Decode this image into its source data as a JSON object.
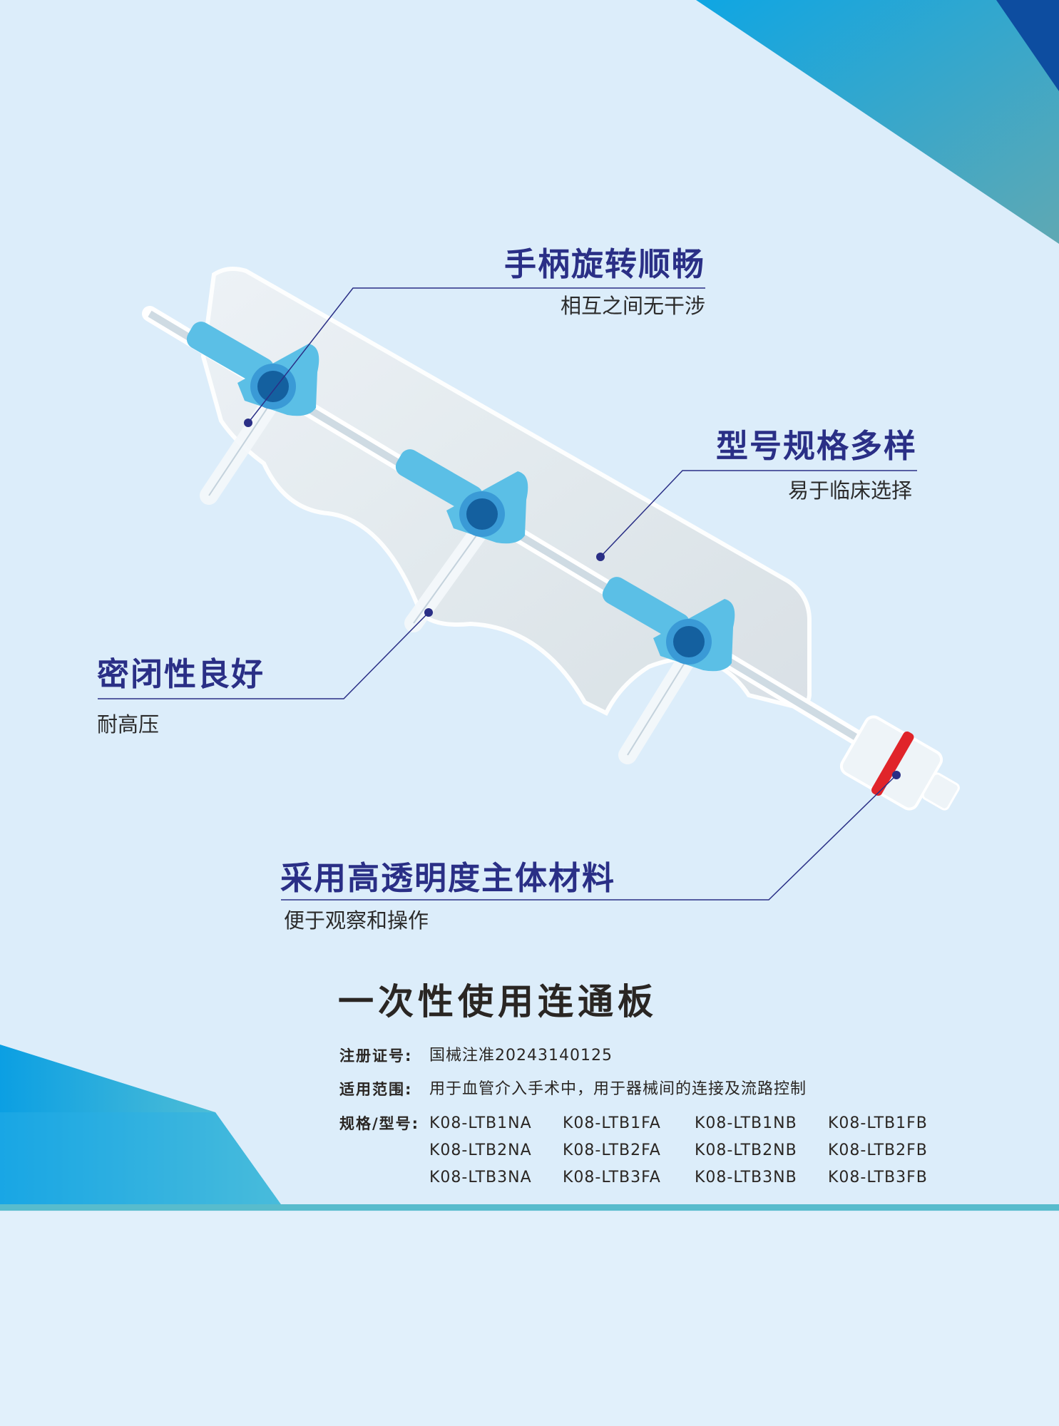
{
  "callouts": [
    {
      "title": "手柄旋转顺畅",
      "subtitle": "相互之间无干涉"
    },
    {
      "title": "型号规格多样",
      "subtitle": "易于临床选择"
    },
    {
      "title": "密闭性良好",
      "subtitle": "耐高压"
    },
    {
      "title": "采用高透明度主体材料",
      "subtitle": "便于观察和操作"
    }
  ],
  "product": {
    "title": "一次性使用连通板",
    "registration": {
      "label": "注册证号:",
      "value": "国械注准20243140125"
    },
    "scope": {
      "label": "适用范围:",
      "value": "用于血管介入手术中，用于器械间的连接及流路控制"
    },
    "models": {
      "label": "规格/型号:",
      "rows": [
        [
          "K08-LTB1NA",
          "K08-LTB1FA",
          "K08-LTB1NB",
          "K08-LTB1FB"
        ],
        [
          "K08-LTB2NA",
          "K08-LTB2FA",
          "K08-LTB2NB",
          "K08-LTB2FB"
        ],
        [
          "K08-LTB3NA",
          "K08-LTB3FA",
          "K08-LTB3NB",
          "K08-LTB3FB"
        ]
      ]
    }
  },
  "colors": {
    "accent": "#2a2f86",
    "valve": "#5bbfe6",
    "background": "#dcedfa",
    "teal": "#3fb6c9"
  }
}
